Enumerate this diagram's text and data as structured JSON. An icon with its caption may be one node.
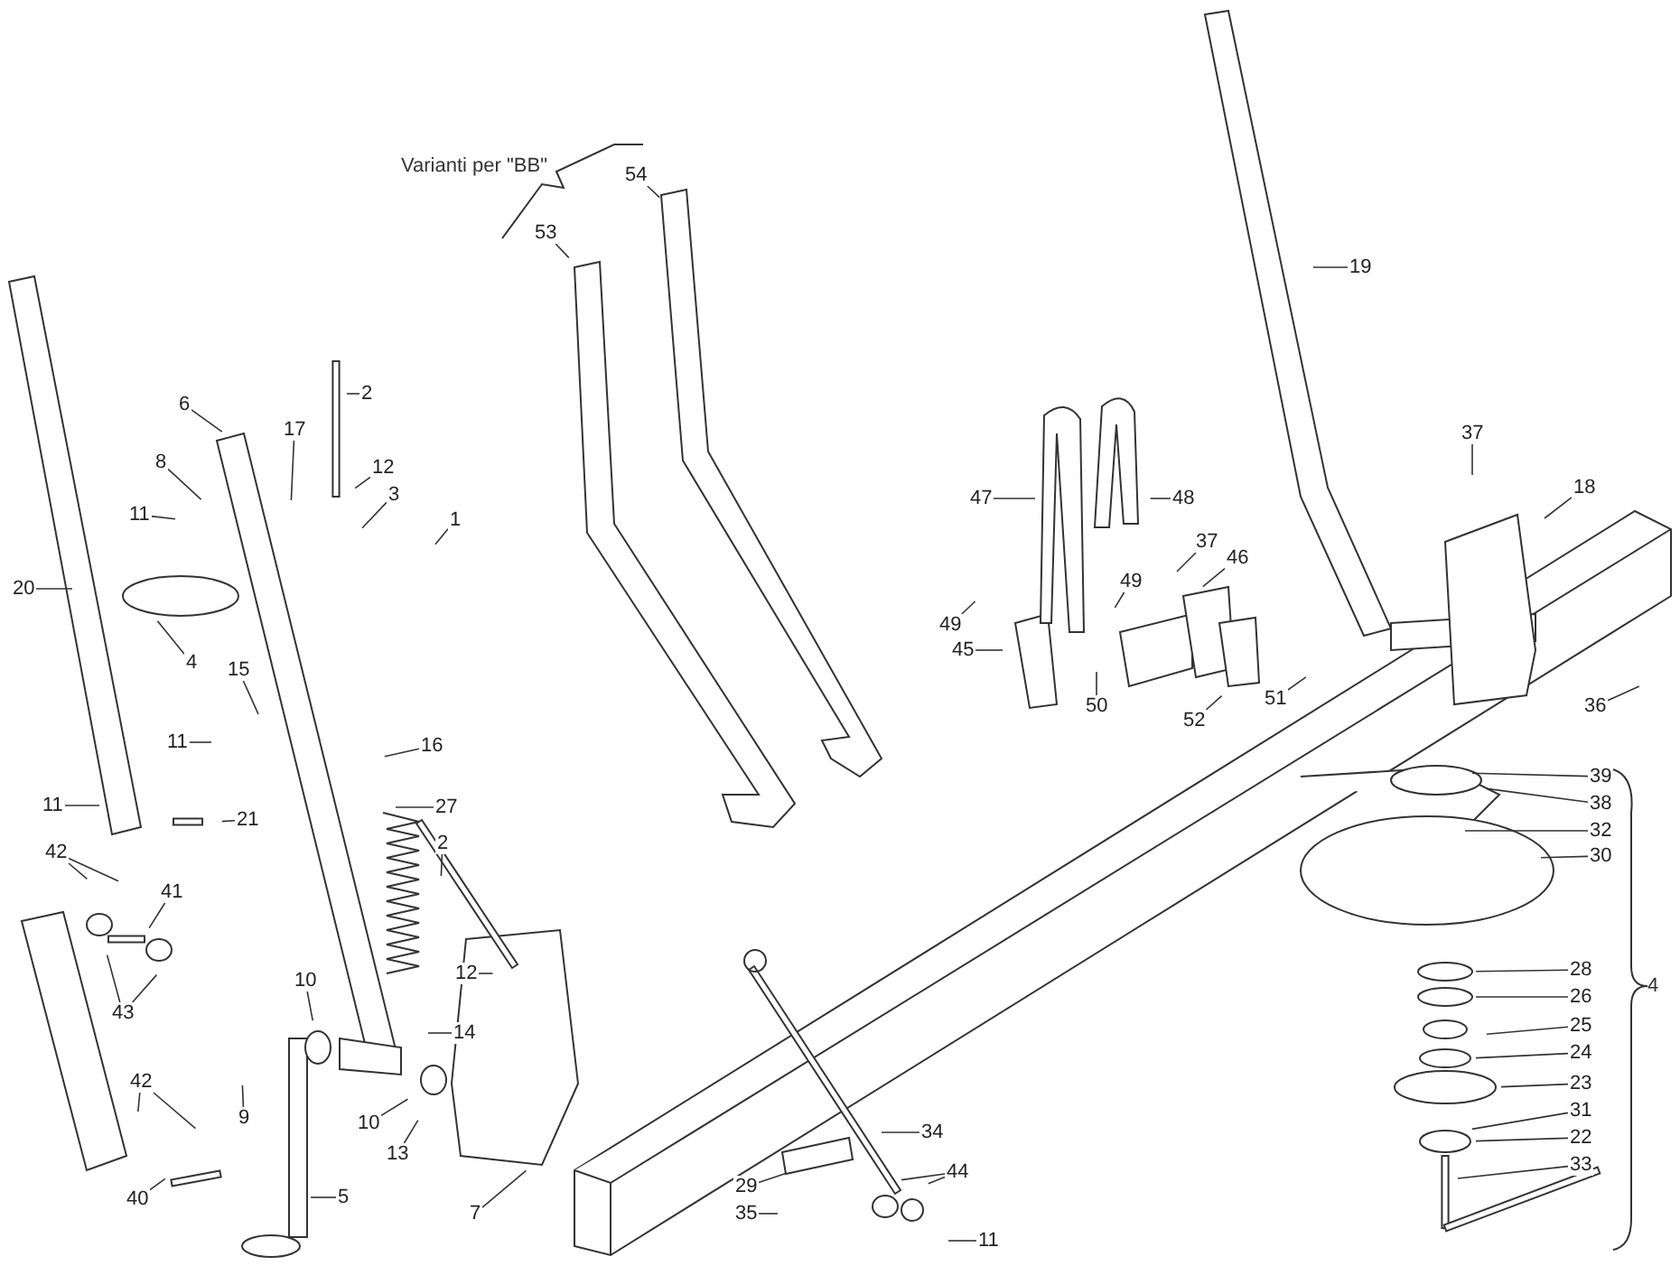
{
  "diagram": {
    "nodes": [
      {
        "text": [
          "54"
        ]
      },
      {
        "text": [
          "53"
        ]
      },
      {
        "text": [
          "19"
        ]
      },
      {
        "text": [
          "2"
        ]
      },
      {
        "text": [
          "6"
        ]
      },
      {
        "text": [
          "17"
        ]
      },
      {
        "text": [
          "37"
        ]
      },
      {
        "text": [
          "8"
        ]
      },
      {
        "text": [
          "12"
        ]
      },
      {
        "text": [
          "18"
        ]
      },
      {
        "text": [
          "3"
        ]
      },
      {
        "text": [
          "47"
        ]
      },
      {
        "text": [
          "48"
        ]
      },
      {
        "text": [
          "11"
        ]
      },
      {
        "text": [
          "1"
        ]
      },
      {
        "text": [
          "37"
        ]
      },
      {
        "text": [
          "46"
        ]
      },
      {
        "text": [
          "49"
        ]
      },
      {
        "text": [
          "20"
        ]
      },
      {
        "text": [
          "49"
        ]
      },
      {
        "text": [
          "45"
        ]
      },
      {
        "text": [
          "4"
        ]
      },
      {
        "text": [
          "15"
        ]
      },
      {
        "text": [
          "51"
        ]
      },
      {
        "text": [
          "50"
        ]
      },
      {
        "text": [
          "36"
        ]
      },
      {
        "text": [
          "52"
        ]
      },
      {
        "text": [
          "11"
        ]
      },
      {
        "text": [
          "16"
        ]
      },
      {
        "text": [
          "39"
        ]
      },
      {
        "text": [
          "38"
        ]
      },
      {
        "text": [
          "11"
        ]
      },
      {
        "text": [
          "27"
        ]
      },
      {
        "text": [
          "21"
        ]
      },
      {
        "text": [
          "32"
        ]
      },
      {
        "text": [
          "2"
        ]
      },
      {
        "text": [
          "42"
        ]
      },
      {
        "text": [
          "30"
        ]
      },
      {
        "text": [
          "41"
        ]
      },
      {
        "text": [
          "28"
        ]
      },
      {
        "text": [
          "12"
        ]
      },
      {
        "text": [
          "10"
        ]
      },
      {
        "text": [
          "26"
        ]
      },
      {
        "text": [
          "43"
        ]
      },
      {
        "text": [
          "25"
        ]
      },
      {
        "text": [
          "14"
        ]
      },
      {
        "text": [
          "24"
        ]
      },
      {
        "text": [
          "42"
        ]
      },
      {
        "text": [
          "23"
        ]
      },
      {
        "text": [
          "31"
        ]
      },
      {
        "text": [
          "9"
        ]
      },
      {
        "text": [
          "10"
        ]
      },
      {
        "text": [
          "34"
        ]
      },
      {
        "text": [
          "22"
        ]
      },
      {
        "text": [
          "13"
        ]
      },
      {
        "text": [
          "33"
        ]
      },
      {
        "text": [
          "44"
        ]
      },
      {
        "text": [
          "29"
        ]
      },
      {
        "text": [
          "5"
        ]
      },
      {
        "text": [
          "40"
        ]
      },
      {
        "text": [
          "35"
        ]
      },
      {
        "text": [
          "7"
        ]
      },
      {
        "text": [
          "11"
        ]
      }
    ],
    "edges": [
      {
        "from": 0,
        "to": null,
        "arrow": "none"
      },
      {
        "from": 1,
        "to": null,
        "arrow": "none"
      },
      {
        "from": 2,
        "to": null,
        "arrow": "none"
      },
      {
        "from": 3,
        "to": null,
        "arrow": "none"
      },
      {
        "from": 4,
        "to": null,
        "arrow": "none"
      },
      {
        "from": 5,
        "to": null,
        "arrow": "none"
      },
      {
        "from": 6,
        "to": null,
        "arrow": "none"
      },
      {
        "from": 7,
        "to": null,
        "arrow": "none"
      },
      {
        "from": 8,
        "to": null,
        "arrow": "none"
      },
      {
        "from": 9,
        "to": null,
        "arrow": "none"
      },
      {
        "from": 10,
        "to": null,
        "arrow": "none"
      },
      {
        "from": 11,
        "to": null,
        "arrow": "none"
      },
      {
        "from": 12,
        "to": null,
        "arrow": "none"
      },
      {
        "from": 13,
        "to": null,
        "arrow": "none"
      },
      {
        "from": 14,
        "to": null,
        "arrow": "none"
      },
      {
        "from": 15,
        "to": null,
        "arrow": "none"
      },
      {
        "from": 16,
        "to": null,
        "arrow": "none"
      },
      {
        "from": 17,
        "to": null,
        "arrow": "none"
      },
      {
        "from": 18,
        "to": null,
        "arrow": "none"
      },
      {
        "from": 19,
        "to": null,
        "arrow": "none"
      },
      {
        "from": 20,
        "to": null,
        "arrow": "none"
      },
      {
        "from": 21,
        "to": null,
        "arrow": "none"
      },
      {
        "from": 22,
        "to": null,
        "arrow": "none"
      },
      {
        "from": 23,
        "to": null,
        "arrow": "none"
      },
      {
        "from": 24,
        "to": null,
        "arrow": "none"
      },
      {
        "from": 25,
        "to": null,
        "arrow": "none"
      },
      {
        "from": 26,
        "to": null,
        "arrow": "none"
      },
      {
        "from": 27,
        "to": null,
        "arrow": "none"
      },
      {
        "from": 28,
        "to": null,
        "arrow": "none"
      },
      {
        "from": 29,
        "to": null,
        "arrow": "none"
      },
      {
        "from": 30,
        "to": null,
        "arrow": "none"
      },
      {
        "from": 31,
        "to": null,
        "arrow": "none"
      },
      {
        "from": 32,
        "to": null,
        "arrow": "none"
      },
      {
        "from": 33,
        "to": null,
        "arrow": "none"
      },
      {
        "from": 34,
        "to": null,
        "arrow": "none"
      },
      {
        "from": 35,
        "to": null,
        "arrow": "none"
      },
      {
        "from": 36,
        "to": null,
        "arrow": "none"
      },
      {
        "from": 36,
        "to": null,
        "arrow": "none"
      },
      {
        "from": 37,
        "to": null,
        "arrow": "none"
      },
      {
        "from": 38,
        "to": null,
        "arrow": "none"
      },
      {
        "from": 39,
        "to": null,
        "arrow": "none"
      },
      {
        "from": 40,
        "to": null,
        "arrow": "none"
      },
      {
        "from": 41,
        "to": null,
        "arrow": "none"
      },
      {
        "from": 42,
        "to": null,
        "arrow": "none"
      },
      {
        "from": 43,
        "to": null,
        "arrow": "none"
      },
      {
        "from": 43,
        "to": null,
        "arrow": "none"
      },
      {
        "from": 44,
        "to": null,
        "arrow": "none"
      },
      {
        "from": 45,
        "to": null,
        "arrow": "none"
      },
      {
        "from": 46,
        "to": null,
        "arrow": "none"
      },
      {
        "from": 47,
        "to": null,
        "arrow": "none"
      },
      {
        "from": 47,
        "to": null,
        "arrow": "none"
      },
      {
        "from": 48,
        "to": null,
        "arrow": "none"
      },
      {
        "from": 49,
        "to": null,
        "arrow": "none"
      },
      {
        "from": 50,
        "to": null,
        "arrow": "none"
      },
      {
        "from": 51,
        "to": null,
        "arrow": "none"
      },
      {
        "from": 52,
        "to": null,
        "arrow": "none"
      },
      {
        "from": 53,
        "to": null,
        "arrow": "none"
      },
      {
        "from": 54,
        "to": null,
        "arrow": "none"
      },
      {
        "from": 55,
        "to": null,
        "arrow": "none"
      },
      {
        "from": 56,
        "to": null,
        "arrow": "none"
      },
      {
        "from": 56,
        "to": null,
        "arrow": "none"
      },
      {
        "from": 57,
        "to": null,
        "arrow": "none"
      },
      {
        "from": 58,
        "to": null,
        "arrow": "none"
      },
      {
        "from": 59,
        "to": null,
        "arrow": "none"
      },
      {
        "from": 60,
        "to": null,
        "arrow": "none"
      },
      {
        "from": 61,
        "to": null,
        "arrow": "none"
      },
      {
        "from": 62,
        "to": null,
        "arrow": "none"
      }
    ],
    "labels": [
      "Varianti per \"BB\"",
      "4"
    ]
  }
}
